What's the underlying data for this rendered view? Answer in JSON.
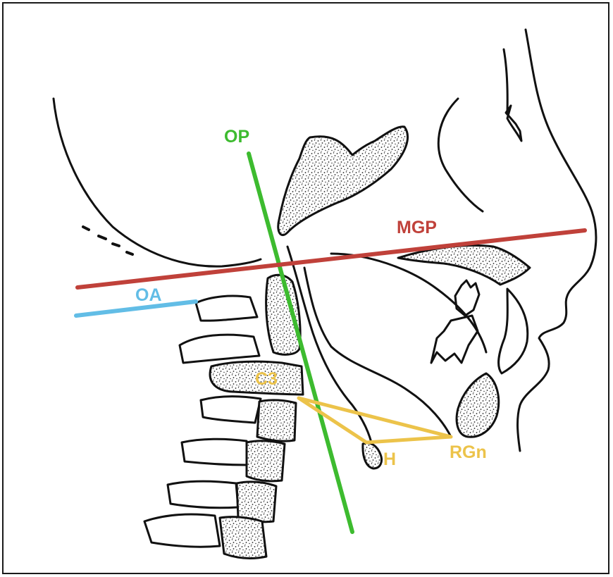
{
  "labels": {
    "op": "OP",
    "mgp": "MGP",
    "oa": "OA",
    "c3": "C3",
    "h": "H",
    "rgn": "RGn"
  },
  "colors": {
    "op_line": "#3dbb2f",
    "mgp_line": "#c0413a",
    "oa_line": "#62bde6",
    "triangle": "#ecc34a",
    "ink": "#111111"
  }
}
